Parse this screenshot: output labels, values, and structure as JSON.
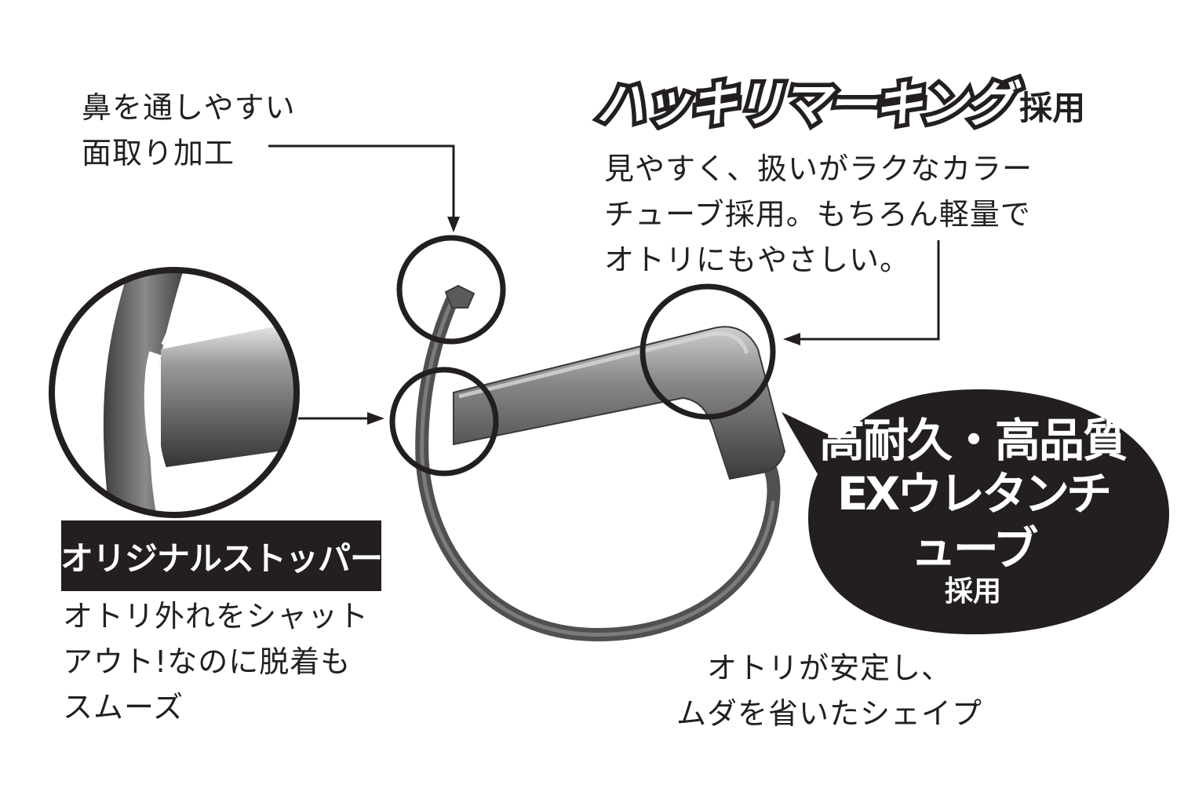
{
  "callouts": {
    "nose": {
      "lines": [
        "鼻を通しやすい",
        "面取り加工"
      ]
    },
    "marking": {
      "title": "ハッキリマーキング",
      "title_suffix": "採用",
      "lines": [
        "見やすく、扱いがラクなカラー",
        "チューブ採用。もちろん軽量で",
        "オトリにもやさしい。"
      ]
    },
    "stopper": {
      "label": "オリジナルストッパー",
      "lines": [
        "オトリ外れをシャット",
        "アウト!なのに脱着も",
        "スムーズ"
      ]
    },
    "tube": {
      "lines": [
        "高耐久・高品質",
        "EXウレタンチューブ",
        "採用"
      ]
    },
    "shape": {
      "lines": [
        "オトリが安定し、",
        "ムダを省いたシェイプ"
      ]
    }
  },
  "icons": [
    "ring-hook-illustration",
    "zoom-detail-icon"
  ],
  "colors": {
    "ink": "#231f20",
    "wire": "#5a5a5a",
    "tube": "#6e6e6e",
    "background": "#ffffff"
  }
}
